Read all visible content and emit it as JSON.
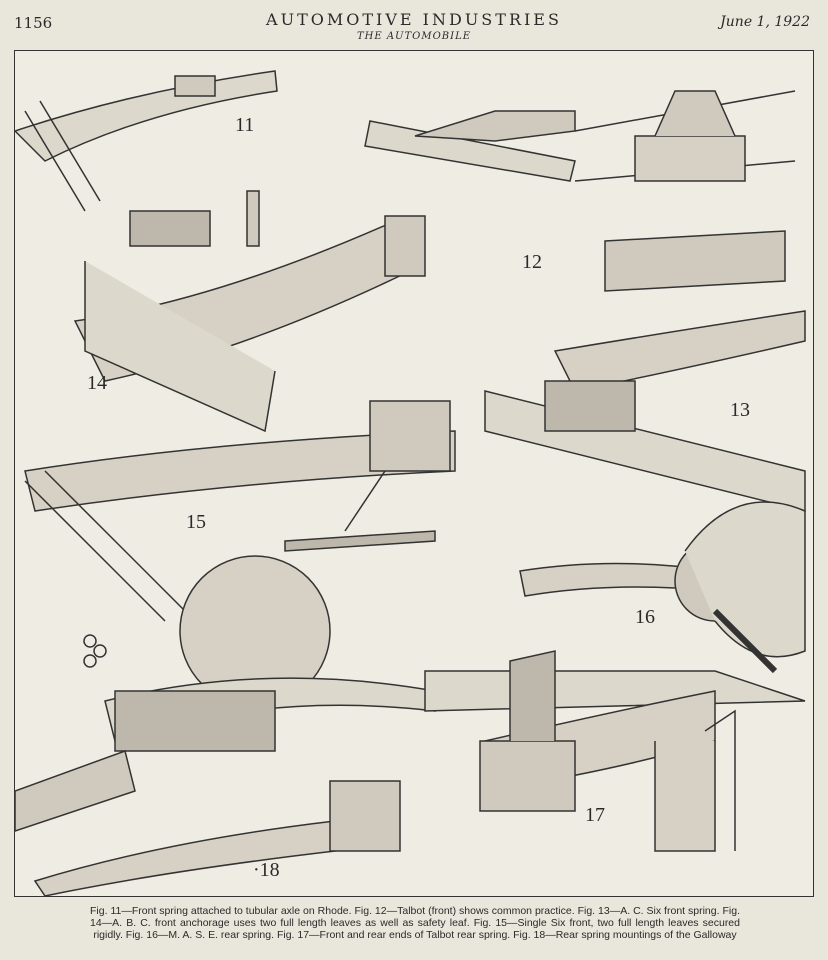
{
  "header": {
    "page_number": "1156",
    "journal_title": "AUTOMOTIVE INDUSTRIES",
    "journal_subtitle": "THE AUTOMOBILE",
    "date": "June 1, 1922"
  },
  "figures": {
    "fig11": "11",
    "fig12": "12",
    "fig13": "13",
    "fig14": "14",
    "fig15": "15",
    "fig16": "16",
    "fig17": "17",
    "fig18": "·18"
  },
  "caption": "Fig. 11—Front spring attached to tubular axle on Rhode. Fig. 12—Talbot (front) shows common practice. Fig. 13—A. C. Six front spring. Fig. 14—A. B. C. front anchorage uses two full length leaves as well as safety leaf. Fig. 15—Single Six front, two full length leaves secured rigidly. Fig. 16—M. A. S. E. rear spring. Fig. 17—Front and rear ends of Talbot rear spring. Fig. 18—Rear spring mountings of the Galloway"
}
